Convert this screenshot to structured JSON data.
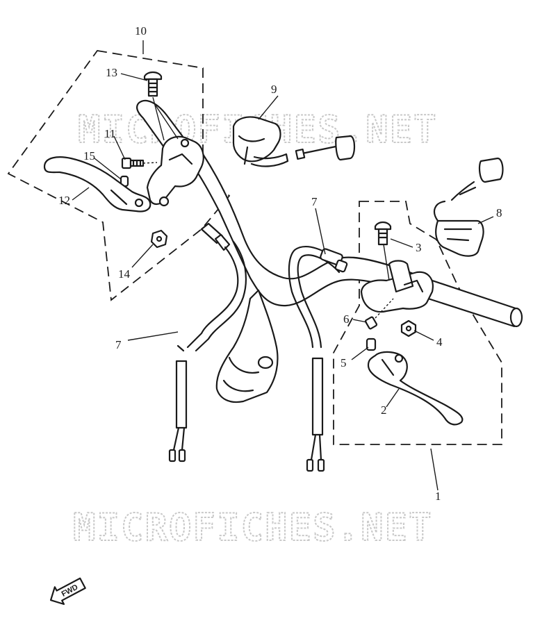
{
  "watermark": {
    "text": "MICROFICHES.NET",
    "color": "#c8c8c8"
  },
  "callouts": {
    "c1": "1",
    "c2": "2",
    "c3": "3",
    "c4": "4",
    "c5": "5",
    "c6": "6",
    "c7a": "7",
    "c7b": "7",
    "c8": "8",
    "c9": "9",
    "c10": "10",
    "c11": "11",
    "c12": "12",
    "c13": "13",
    "c14": "14",
    "c15": "15"
  },
  "forward_arrow": {
    "label": "FWD"
  },
  "colors": {
    "ink": "#1a1a1a",
    "background": "#ffffff"
  }
}
